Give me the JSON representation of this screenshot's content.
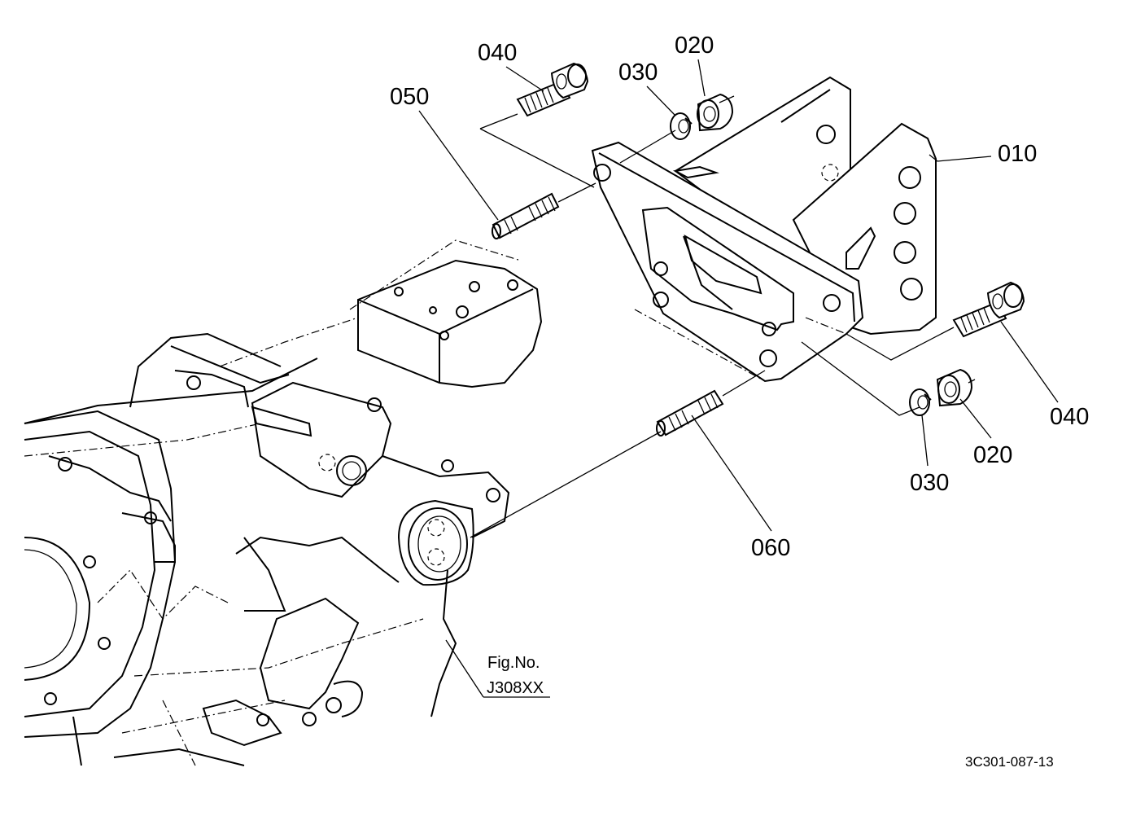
{
  "diagram": {
    "callouts": [
      {
        "id": "c040a",
        "text": "040"
      },
      {
        "id": "c020a",
        "text": "020"
      },
      {
        "id": "c030a",
        "text": "030"
      },
      {
        "id": "c050",
        "text": "050"
      },
      {
        "id": "c010",
        "text": "010"
      },
      {
        "id": "c040b",
        "text": "040"
      },
      {
        "id": "c020b",
        "text": "020"
      },
      {
        "id": "c030b",
        "text": "030"
      },
      {
        "id": "c060",
        "text": "060"
      }
    ],
    "figure_ref": {
      "line1": "Fig.No.",
      "line2": "J308XX"
    },
    "drawing_code": "3C301-087-13"
  }
}
